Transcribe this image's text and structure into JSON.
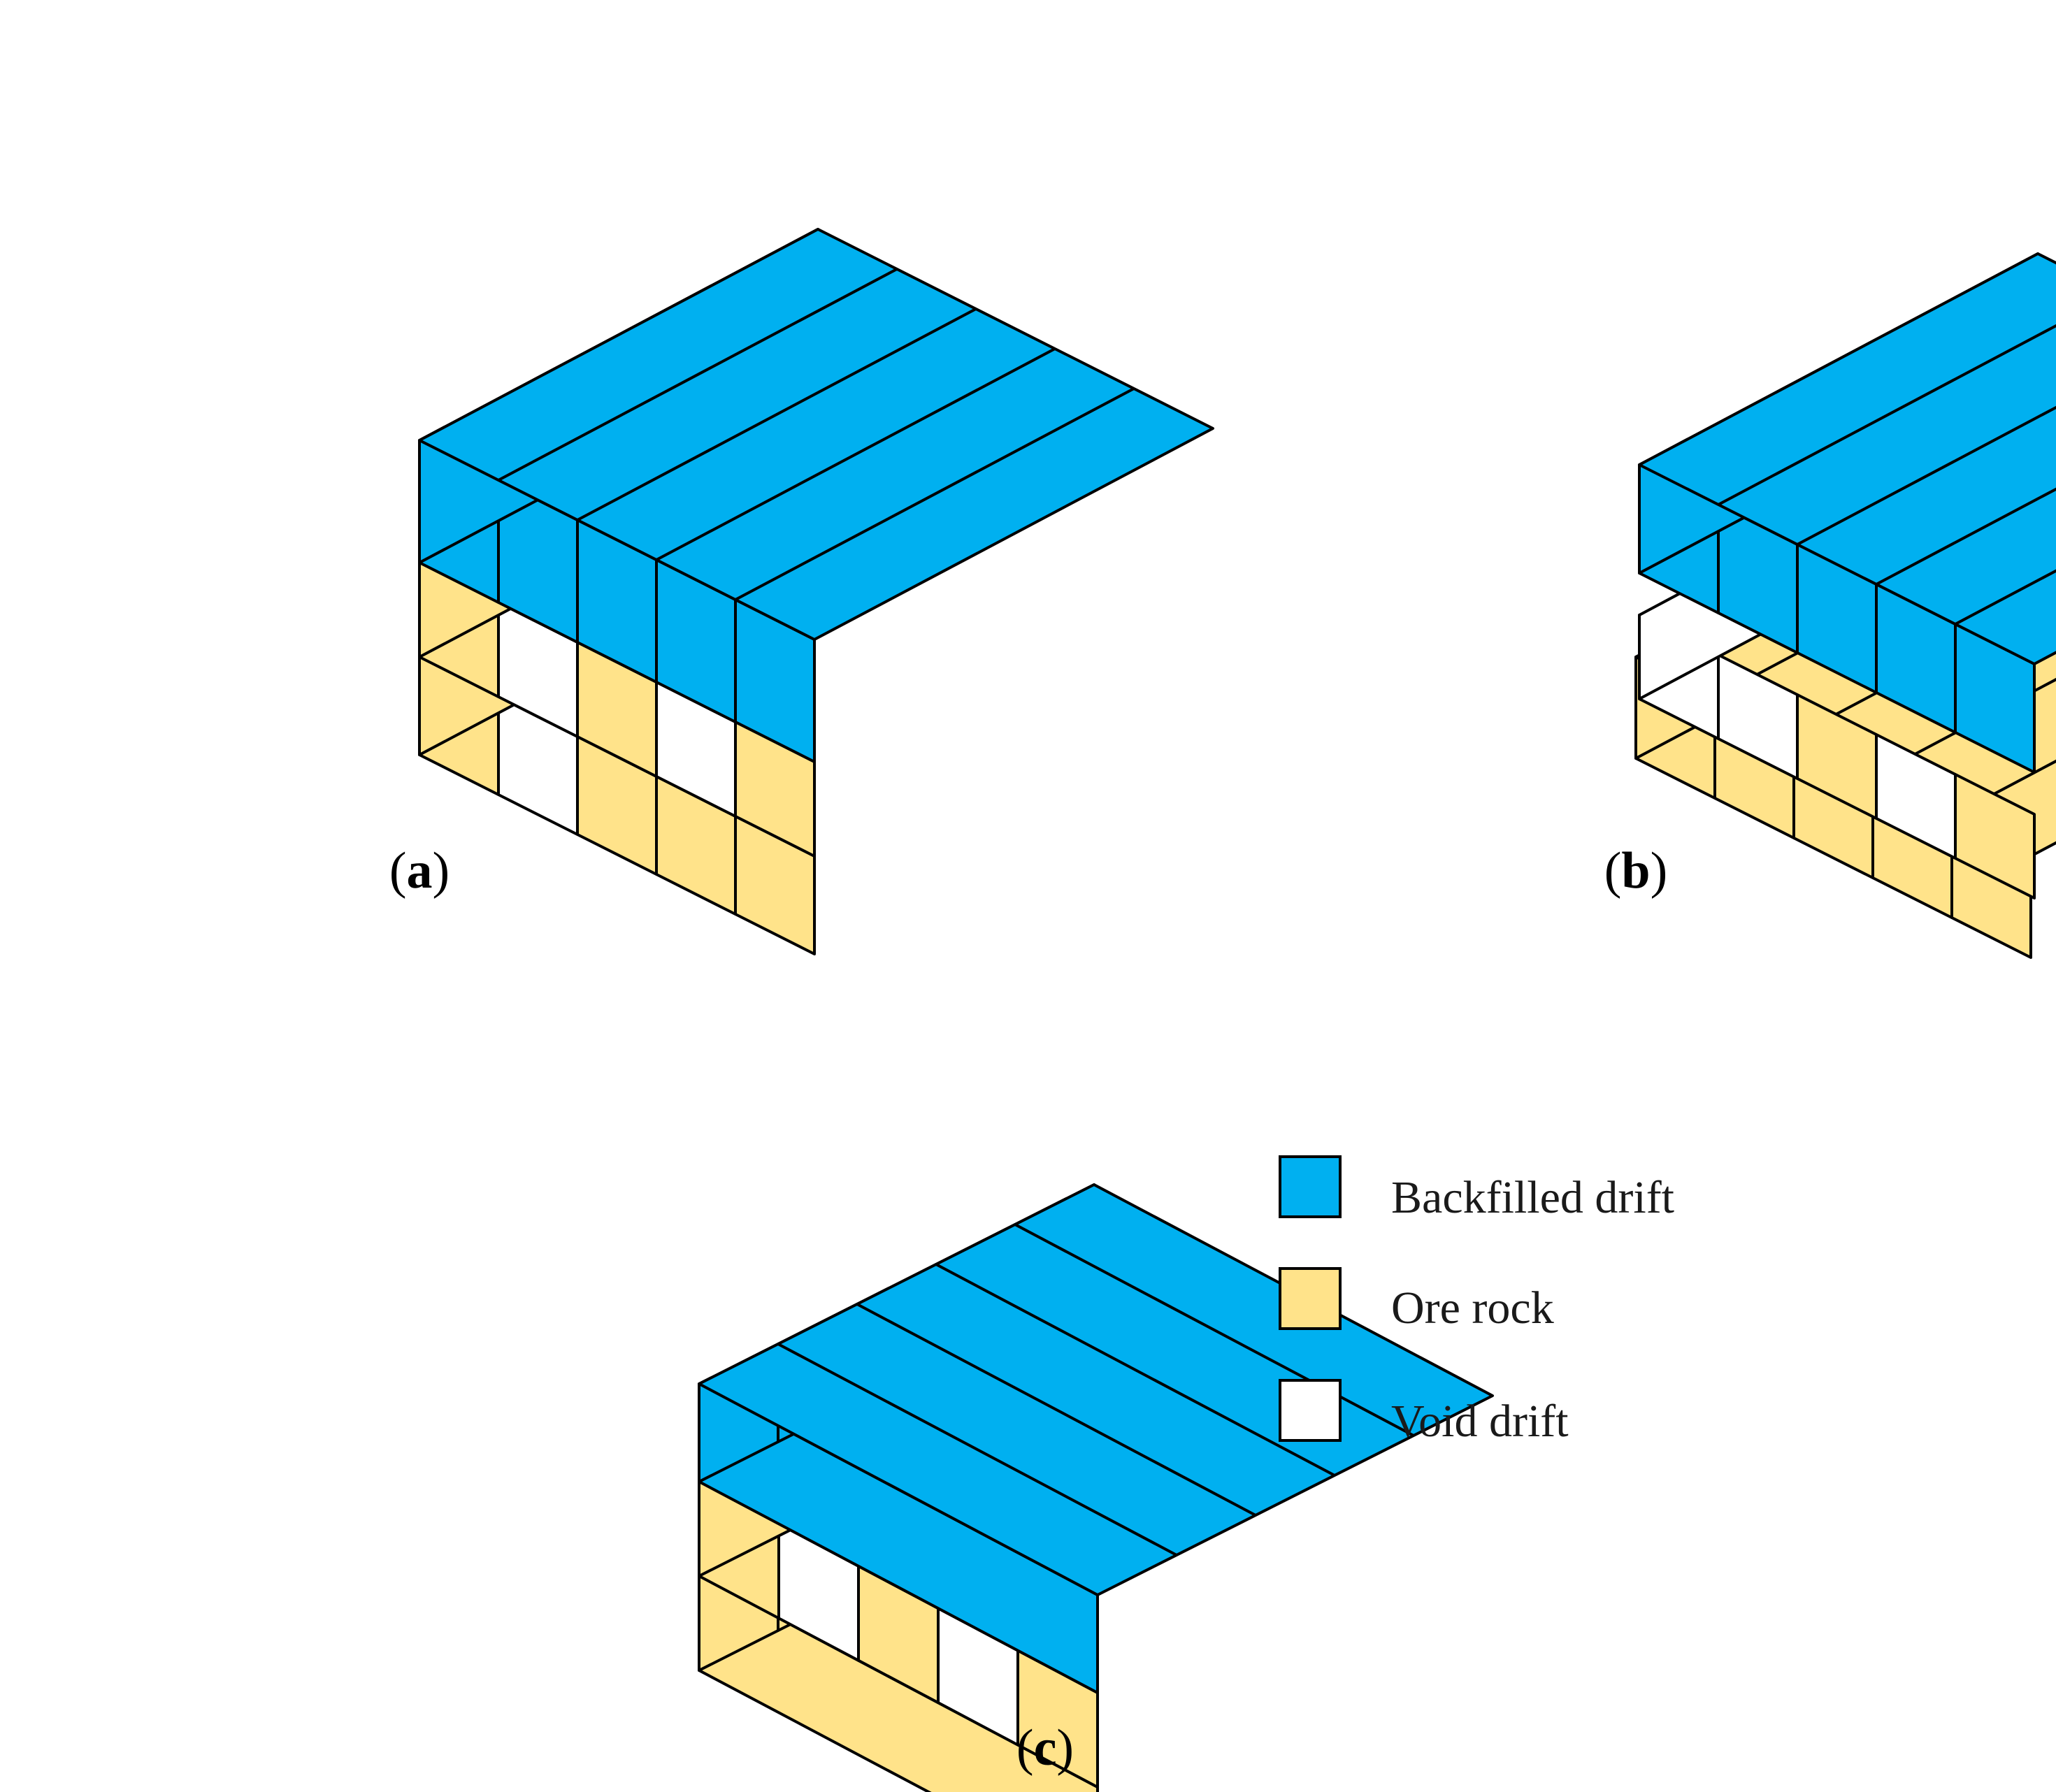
{
  "colors": {
    "backfill": "#00B0F0",
    "ore": "#FFE38A",
    "void": "#FFFFFF",
    "outline": "#000000"
  },
  "panels": [
    {
      "id": "a",
      "caption_open": "(",
      "caption_letter": "a",
      "caption_close": ")"
    },
    {
      "id": "b",
      "caption_open": "(",
      "caption_letter": "b",
      "caption_close": ")"
    },
    {
      "id": "c",
      "caption_open": "(",
      "caption_letter": "c",
      "caption_close": ")"
    }
  ],
  "legend": [
    {
      "key": "backfill",
      "label": "Backfilled drift"
    },
    {
      "key": "ore",
      "label": "Ore rock"
    },
    {
      "key": "void",
      "label": "Void drift"
    }
  ]
}
